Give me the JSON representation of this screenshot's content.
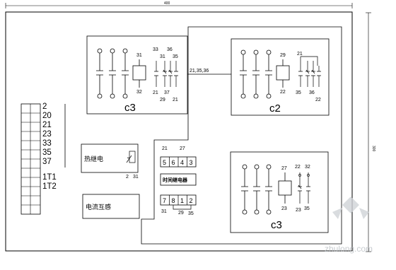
{
  "dims": {
    "top": "400",
    "right": "300"
  },
  "terminal_block": {
    "labels": [
      "2",
      "20",
      "21",
      "23",
      "33",
      "35",
      "37",
      "1T1",
      "1T2"
    ]
  },
  "thermal_relay": {
    "label": "热继电",
    "t1": "2",
    "t2": "31"
  },
  "current_transformer": {
    "label": "电流互感"
  },
  "time_relay": {
    "label": "时间继电器",
    "top_left": "21",
    "top_right": "27",
    "pins_top": [
      "5",
      "6",
      "4",
      "3"
    ],
    "pins_bottom": [
      "7",
      "8",
      "1",
      "2"
    ],
    "bot_left": "31",
    "bot_mid": "29",
    "bot_right": "35"
  },
  "contactor_1": {
    "name": "c3",
    "coil_top": "31",
    "coil_bottom": "32",
    "aux_top": [
      "33",
      "36"
    ],
    "aux_mid": [
      "31",
      "35"
    ],
    "aux_low": [
      "21",
      "37"
    ],
    "aux_bottom": [
      "29",
      "21"
    ]
  },
  "link_label": "21,35,36",
  "contactor_2": {
    "name": "c2",
    "coil_top": "29",
    "coil_bottom": "22",
    "aux_top": "21",
    "aux_bottom": [
      "35",
      "36"
    ],
    "aux_right": "22"
  },
  "contactor_3": {
    "name": "c3",
    "coil_top": "27",
    "coil_bottom": "23",
    "aux_top": [
      "22",
      "32"
    ],
    "aux_bottom": [
      "23",
      "35"
    ]
  },
  "watermark": "zhulong.com",
  "colors": {
    "line": "#000000",
    "watermark": "#b9bec3"
  }
}
